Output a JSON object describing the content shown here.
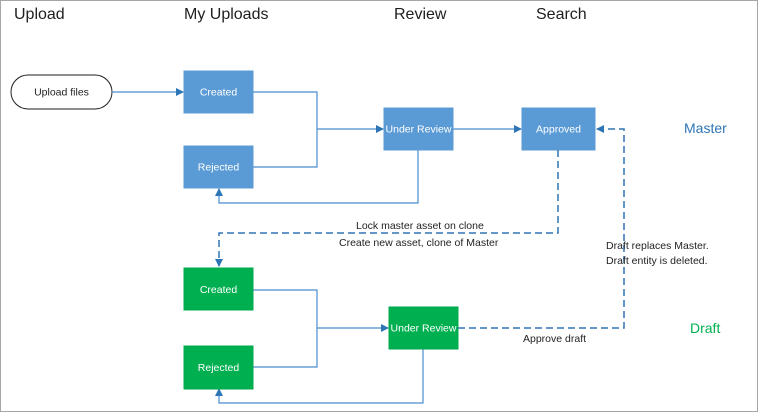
{
  "columns": {
    "upload": "Upload",
    "my_uploads": "My Uploads",
    "review": "Review",
    "search": "Search"
  },
  "start": {
    "label": "Upload files"
  },
  "master": {
    "lane_label": "Master",
    "color": "#2e75b6",
    "box_color": "#5b9bd5",
    "created": "Created",
    "rejected": "Rejected",
    "under_review": "Under Review",
    "approved": "Approved"
  },
  "draft": {
    "lane_label": "Draft",
    "color": "#00b050",
    "box_color": "#00b050",
    "created": "Created",
    "rejected": "Rejected",
    "under_review": "Under Review"
  },
  "annotations": {
    "lock_master": "Lock master asset on clone",
    "create_clone": "Create new asset, clone of Master",
    "draft_replaces": "Draft replaces Master.",
    "draft_deleted": "Draft entity is deleted.",
    "approve_draft": "Approve draft"
  }
}
